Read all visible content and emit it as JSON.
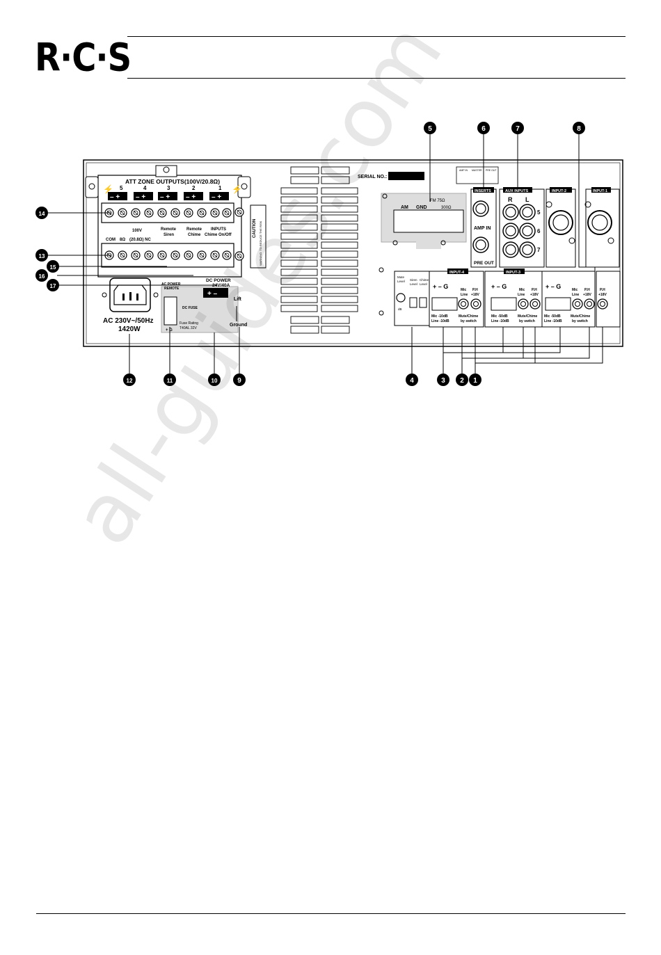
{
  "header": {
    "logo_text": "R·C·S"
  },
  "panel": {
    "serial_label": "SERIAL NO.:",
    "zone_outputs_label": "ATT ZONE OUTPUTS(100V/20.8Ω)",
    "zone_numbers": [
      "5",
      "4",
      "3",
      "2",
      "1"
    ],
    "com_label": "COM",
    "ohm_label": "8Ω",
    "v100_label": "100V",
    "nc_label": "(20.8Ω) NC",
    "remote_siren": [
      "Remote",
      "Siren"
    ],
    "remote_chime": [
      "Remote",
      "Chime"
    ],
    "inputs_chime": [
      "INPUTS",
      "Chime On/Off"
    ],
    "caution_label": "CAUTION",
    "ac_remote_label": [
      "AC POWER",
      "REMOTE"
    ],
    "dc_fuse_label": "DC FUSE",
    "fuse_rating": [
      "Fuse Rating",
      "T40AL 32V"
    ],
    "dc_power_label": [
      "DC POWER",
      "24V/40A"
    ],
    "lift_label": "Lift",
    "ground_label": "Ground",
    "plus_g_label": "+ G",
    "ac_label": [
      "AC 230V~/50Hz",
      "1420W"
    ],
    "tuner": {
      "am": "AM",
      "gnd": "GND",
      "fm": "FM 75Ω",
      "ohm300": "300Ω"
    },
    "inserts": {
      "title": "INSERTS",
      "amp_in": "AMP IN",
      "pre_out": "PRE OUT"
    },
    "aux": {
      "title": "AUX INPUTS",
      "r": "R",
      "l": "L",
      "nums": [
        "5",
        "6",
        "7"
      ]
    },
    "amp_small": [
      "AMP IN",
      "MASTER",
      "PRE OUT"
    ],
    "xlr_titles": [
      "INPUT-2",
      "INPUT-1"
    ],
    "level_box": {
      "mute": [
        "Mute",
        "Level"
      ],
      "siren": [
        "Siren",
        "Level"
      ],
      "chime": [
        "Chime",
        "Level"
      ],
      "db": "dB"
    },
    "input_modules": [
      {
        "title": "INPUT-4",
        "pins": "+  –  G",
        "mic": "Mic",
        "line": "Line",
        "ph": [
          "P.H",
          "+18V"
        ],
        "lvl": [
          "Mic -10dB",
          "Line -10dB"
        ],
        "mute": [
          "Mute/Chime",
          "by switch"
        ]
      },
      {
        "title": "INPUT-3",
        "pins": "+  –  G",
        "mic": "Mic",
        "line": "Line",
        "ph": [
          "P.H",
          "+18V"
        ],
        "lvl": [
          "Mic -50dB",
          "Line -10dB"
        ],
        "mute": [
          "Mute/Chime",
          "by switch"
        ]
      },
      {
        "title": "",
        "pins": "+  –  G",
        "mic": "Mic",
        "line": "Line",
        "ph": [
          "P.H",
          "+18V"
        ],
        "lvl": [
          "Mic -50dB",
          "Line -10dB"
        ],
        "mute": [
          "Mute/Chime",
          "by switch"
        ]
      }
    ],
    "last_ph": [
      "P.H",
      "+18V"
    ]
  },
  "callouts": {
    "top": [
      "5",
      "6",
      "7",
      "8"
    ],
    "bottom": [
      "12",
      "11",
      "10",
      "9",
      "4",
      "3",
      "2",
      "1"
    ],
    "left": [
      "14",
      "13",
      "15",
      "16",
      "17"
    ]
  },
  "watermark": "all-guides.com"
}
